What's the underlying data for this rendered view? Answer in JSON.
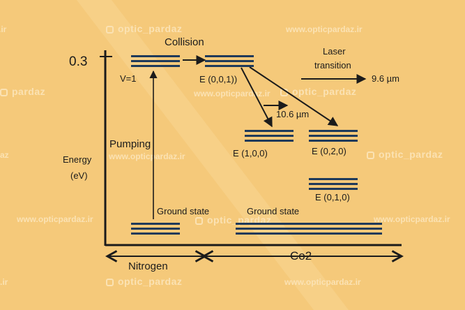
{
  "colors": {
    "background": "#f5c97a",
    "ink": "#1b1b1b",
    "level": "#1f3a5a",
    "watermark": "#fbe2b3"
  },
  "watermark": {
    "handle": "optic_pardaz",
    "site": "www.opticpardaz.ir"
  },
  "axis": {
    "tick_value": "0.3",
    "ylabel_line1": "Energy",
    "ylabel_line2": "(eV)"
  },
  "labels": {
    "collision": "Collision",
    "v1": "V=1",
    "e001": "E (0,0,1))",
    "laser_line1": "Laser",
    "laser_line2": "transition",
    "wavelength_96": "9.6 µm",
    "wavelength_106": "10.6 µm",
    "e100": "E (1,0,0)",
    "e020": "E (0,2,0)",
    "e010": "E (0,1,0)",
    "pumping": "Pumping",
    "ground_left": "Ground state",
    "ground_right": "Ground state",
    "nitrogen": "Nitrogen",
    "co2": "Co2"
  }
}
